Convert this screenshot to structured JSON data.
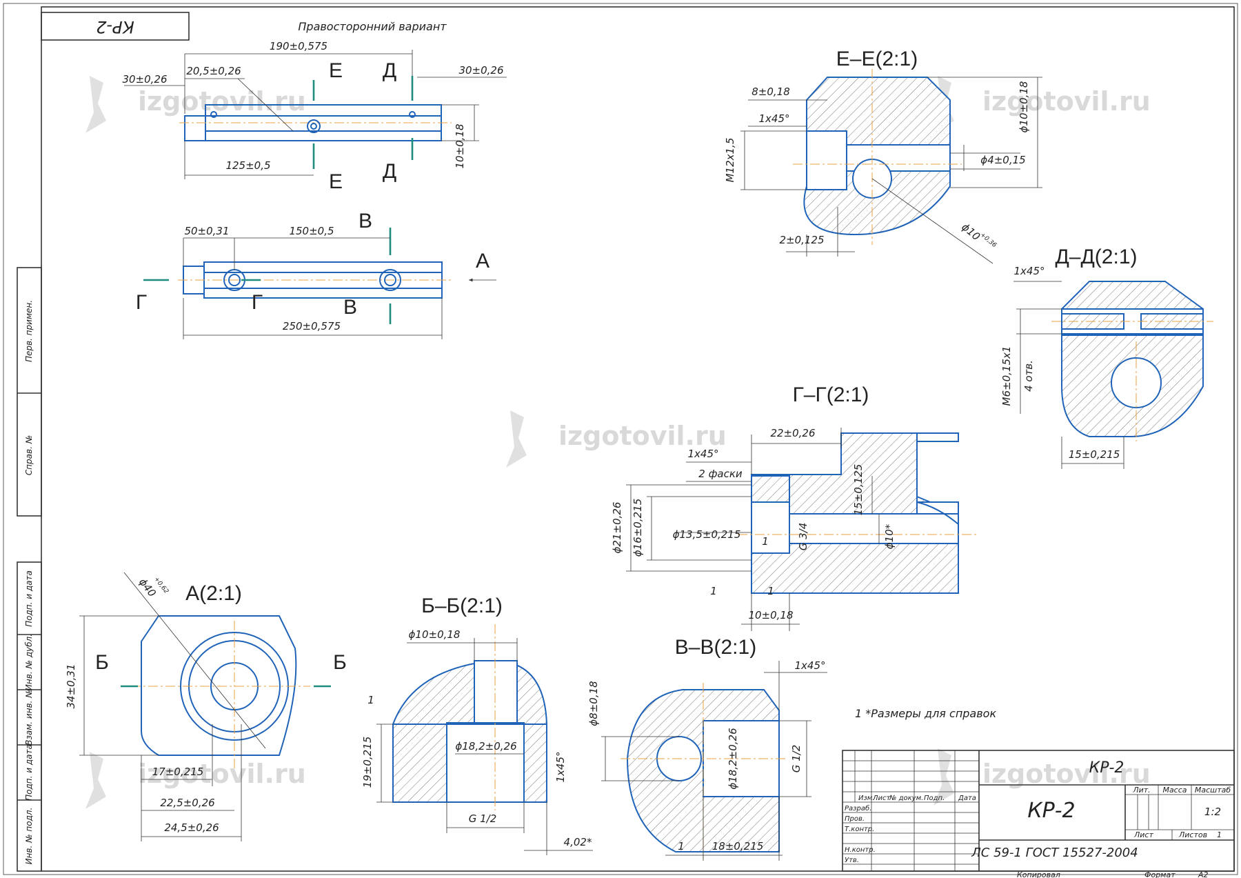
{
  "header": {
    "doc_code_mirrored": "КР-2",
    "variant_note": "Правосторонний вариант"
  },
  "watermark": {
    "text": "izgotovil.ru"
  },
  "side_strip": {
    "perv_primen": "Перв. примен.",
    "sprav_no": "Справ. №",
    "podp_data_1": "Подп. и дата",
    "inv_dubl": "Инв. № дубл.",
    "vzam_inv": "Взам. инв. №",
    "podp_data_2": "Подп. и дата",
    "inv_podl": "Инв. № подл."
  },
  "top_view": {
    "dims": [
      "190±0,575",
      "20,5±0,26",
      "30±0,26",
      "30±0,26",
      "125±0,5",
      "10±0,18"
    ],
    "section_letters": [
      "Е",
      "Е",
      "Д",
      "Д"
    ]
  },
  "front_view": {
    "dims": [
      "50±0,31",
      "150±0,5",
      "250±0,575"
    ],
    "section_letters": [
      "В",
      "В",
      "Г",
      "Г"
    ],
    "view_arrow": "А"
  },
  "section_EE": {
    "title": "Е–Е(2:1)",
    "dims": [
      "8±0,18",
      "1x45°",
      "M12x1,5",
      "ϕ10±0,18",
      "ϕ4±0,15",
      "2±0,125",
      "ϕ10"
    ],
    "tol_sup": "+0,36"
  },
  "section_DD": {
    "title": "Д–Д(2:1)",
    "dims": [
      "1x45°",
      "M6±0,15x1",
      "4 отв.",
      "15±0,215"
    ]
  },
  "section_GG": {
    "title": "Г–Г(2:1)",
    "dims": [
      "22±0,26",
      "1x45°",
      "2 фаски",
      "ϕ21±0,26",
      "ϕ16±0,215",
      "ϕ13,5±0,215",
      "G 3/4",
      "15±0,125",
      "ϕ10*",
      "1",
      "1",
      "1",
      "10±0,18"
    ]
  },
  "view_A": {
    "title": "А(2:1)",
    "dims": [
      "ϕ40",
      "34±0,31",
      "17±0,215",
      "22,5±0,26",
      "24,5±0,26"
    ],
    "tol_sup": "+0,62",
    "section_letters": [
      "Б",
      "Б"
    ]
  },
  "section_BB": {
    "title": "Б–Б(2:1)",
    "dims": [
      "ϕ10±0,18",
      "1",
      "19±0,215",
      "ϕ18,2±0,26",
      "1x45°",
      "G 1/2",
      "4,02*"
    ]
  },
  "section_VV": {
    "title": "В–В(2:1)",
    "dims": [
      "1x45°",
      "ϕ8±0,18",
      "ϕ18,2±0,26",
      "G 1/2",
      "1",
      "18±0,215"
    ]
  },
  "note": "1 *Размеры для справок",
  "title_block": {
    "code_top": "КР-2",
    "name": "КР-2",
    "material": "ЛС 59-1  ГОСТ 15527-2004",
    "col_izm": "Изм.",
    "col_list": "Лист",
    "col_doc": "№ докум.",
    "col_podp": "Подп.",
    "col_data": "Дата",
    "row_razrab": "Разраб.",
    "row_prov": "Пров.",
    "row_tkontr": "Т.контр.",
    "row_nkontr": "Н.контр.",
    "row_utv": "Утв.",
    "lit": "Лит.",
    "massa": "Масса",
    "masshtab": "Масштаб",
    "scale_value": "1:2",
    "sheet": "Лист",
    "sheets": "Листов",
    "sheets_value": "1",
    "copied": "Копировал",
    "format": "Формат",
    "format_value": "А2"
  }
}
